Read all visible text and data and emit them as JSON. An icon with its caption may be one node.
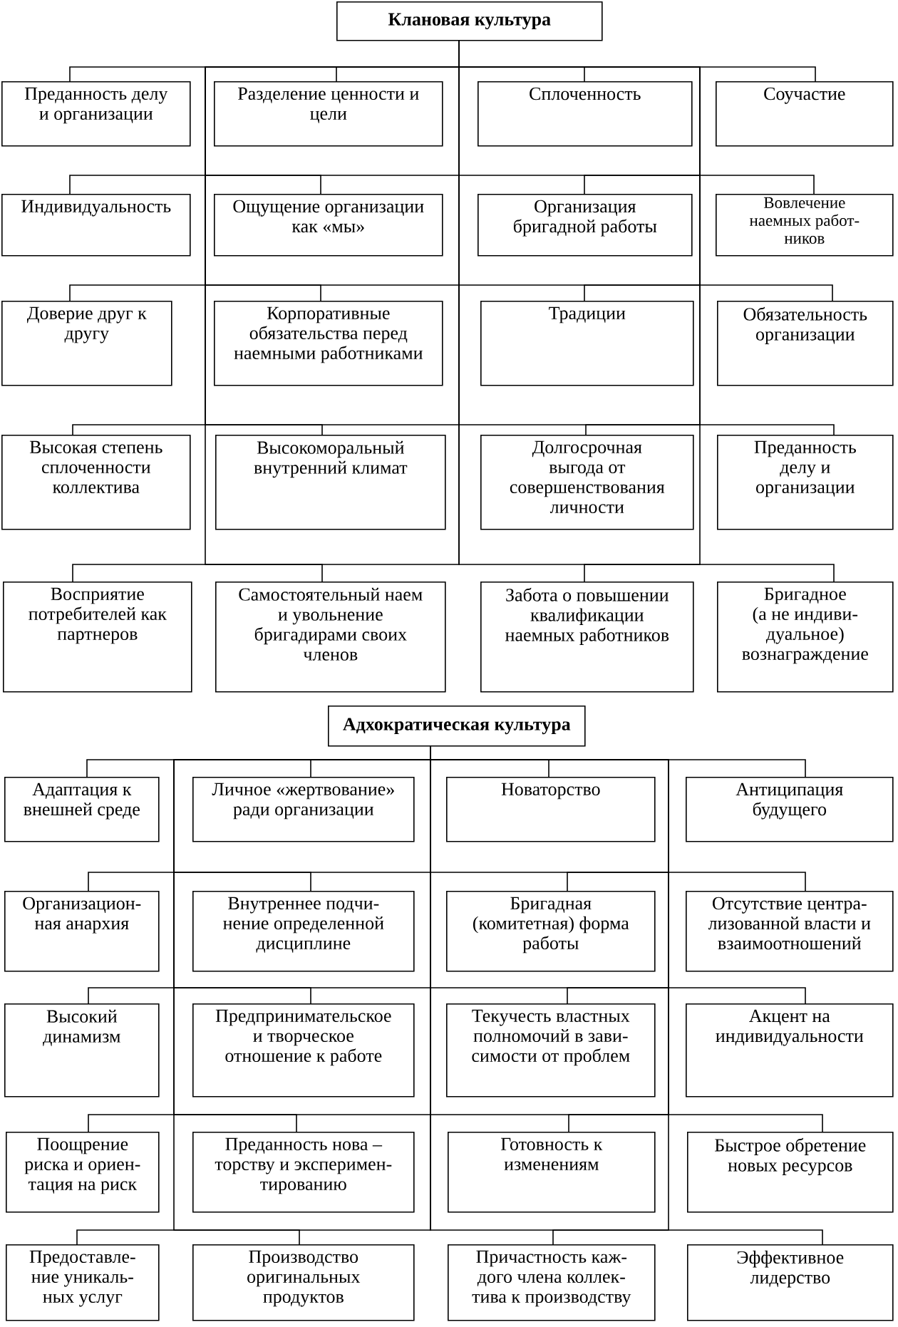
{
  "diagram": {
    "nodes": [
      {
        "text": [
          "Клановая культура"
        ]
      },
      {
        "text": [
          "Преданность делу и организации"
        ]
      },
      {
        "text": [
          "Разделение ценности и цели"
        ]
      },
      {
        "text": [
          "Сплоченность"
        ]
      },
      {
        "text": [
          "Соучастие"
        ]
      },
      {
        "text": [
          "Индивидуальность"
        ]
      },
      {
        "text": [
          "Ощущение организации как «мы»"
        ]
      },
      {
        "text": [
          "Организация бригадной работы"
        ]
      },
      {
        "text": [
          "Вовлечение наемных работ- ников"
        ]
      },
      {
        "text": [
          "Доверие друг к другу"
        ]
      },
      {
        "text": [
          "Корпоративные обязательства перед наемными работниками"
        ]
      },
      {
        "text": [
          "Традиции"
        ]
      },
      {
        "text": [
          "Обязательность организации"
        ]
      },
      {
        "text": [
          "Высокая степень сплоченности коллектива"
        ]
      },
      {
        "text": [
          "Высокоморальный внутренний климат"
        ]
      },
      {
        "text": [
          "Долгосрочная выгода от совершенствования личности"
        ]
      },
      {
        "text": [
          "Преданность делу и организации"
        ]
      },
      {
        "text": [
          "Восприятие потребителей как партнеров"
        ]
      },
      {
        "text": [
          "Самостоятельный наем и увольнение бригадирами своих членов"
        ]
      },
      {
        "text": [
          "Забота о повышении квалификации наемных работников"
        ]
      },
      {
        "text": [
          "Бригадное (а не индиви- дуальное) вознаграждение"
        ]
      },
      {
        "text": [
          "Адхократическая культура"
        ]
      },
      {
        "text": [
          "Адаптация к внешней среде"
        ]
      },
      {
        "text": [
          "Личное «жертвование» ради организации"
        ]
      },
      {
        "text": [
          "Новаторство"
        ]
      },
      {
        "text": [
          "Антиципация будущего"
        ]
      },
      {
        "text": [
          "Организацион- ная анархия"
        ]
      },
      {
        "text": [
          "Внутреннее подчи- нение определенной дисциплине"
        ]
      },
      {
        "text": [
          "Бригадная (комитетная) форма работы"
        ]
      },
      {
        "text": [
          "Отсутствие центра- лизованной власти и взаимоотношений"
        ]
      },
      {
        "text": [
          "Высокий динамизм"
        ]
      },
      {
        "text": [
          "Предпринимательское и творческое отношение к работе"
        ]
      },
      {
        "text": [
          "Текучесть властных полномочий в зави- симости от проблем"
        ]
      },
      {
        "text": [
          "Акцент на индивидуальности"
        ]
      },
      {
        "text": [
          "Поощрение риска и ориен- тация на риск"
        ]
      },
      {
        "text": [
          "Преданность нова – торству и эксперимен- тированию"
        ]
      },
      {
        "text": [
          "Готовность к изменениям"
        ]
      },
      {
        "text": [
          "Быстрое обретение новых ресурсов"
        ]
      },
      {
        "text": [
          "Предоставле- ние уникаль- ных услуг"
        ]
      },
      {
        "text": [
          "Производство оригинальных продуктов"
        ]
      },
      {
        "text": [
          "Причастность каж- дого члена коллек- тива к производству"
        ]
      },
      {
        "text": [
          "Эффективное лидерство"
        ]
      }
    ],
    "edges": [
      {
        "from": 0,
        "to": 1,
        "arrow": "none"
      },
      {
        "from": 0,
        "to": 2,
        "arrow": "none"
      },
      {
        "from": 0,
        "to": 3,
        "arrow": "none"
      },
      {
        "from": 0,
        "to": 4,
        "arrow": "none"
      },
      {
        "from": 0,
        "to": 5,
        "arrow": "none"
      },
      {
        "from": 0,
        "to": 6,
        "arrow": "none"
      },
      {
        "from": 0,
        "to": 7,
        "arrow": "none"
      },
      {
        "from": 0,
        "to": 8,
        "arrow": "none"
      },
      {
        "from": 0,
        "to": 9,
        "arrow": "none"
      },
      {
        "from": 0,
        "to": 10,
        "arrow": "none"
      },
      {
        "from": 0,
        "to": 11,
        "arrow": "none"
      },
      {
        "from": 0,
        "to": 12,
        "arrow": "none"
      },
      {
        "from": 0,
        "to": 13,
        "arrow": "none"
      },
      {
        "from": 0,
        "to": 14,
        "arrow": "none"
      },
      {
        "from": 0,
        "to": 15,
        "arrow": "none"
      },
      {
        "from": 0,
        "to": 16,
        "arrow": "none"
      },
      {
        "from": 0,
        "to": 17,
        "arrow": "none"
      },
      {
        "from": 0,
        "to": 18,
        "arrow": "none"
      },
      {
        "from": 0,
        "to": 19,
        "arrow": "none"
      },
      {
        "from": 0,
        "to": 20,
        "arrow": "none"
      },
      {
        "from": 21,
        "to": 22,
        "arrow": "none"
      },
      {
        "from": 21,
        "to": 23,
        "arrow": "none"
      },
      {
        "from": 21,
        "to": 24,
        "arrow": "none"
      },
      {
        "from": 21,
        "to": 25,
        "arrow": "none"
      },
      {
        "from": 21,
        "to": 26,
        "arrow": "none"
      },
      {
        "from": 21,
        "to": 27,
        "arrow": "none"
      },
      {
        "from": 21,
        "to": 28,
        "arrow": "none"
      },
      {
        "from": 21,
        "to": 29,
        "arrow": "none"
      },
      {
        "from": 21,
        "to": 30,
        "arrow": "none"
      },
      {
        "from": 21,
        "to": 31,
        "arrow": "none"
      },
      {
        "from": 21,
        "to": 32,
        "arrow": "none"
      },
      {
        "from": 21,
        "to": 33,
        "arrow": "none"
      },
      {
        "from": 21,
        "to": 34,
        "arrow": "none"
      },
      {
        "from": 21,
        "to": 35,
        "arrow": "none"
      },
      {
        "from": 21,
        "to": 36,
        "arrow": "none"
      },
      {
        "from": 21,
        "to": 37,
        "arrow": "none"
      },
      {
        "from": 21,
        "to": 38,
        "arrow": "none"
      },
      {
        "from": 21,
        "to": 39,
        "arrow": "none"
      },
      {
        "from": 21,
        "to": 40,
        "arrow": "none"
      },
      {
        "from": 21,
        "to": 41,
        "arrow": "none"
      }
    ]
  }
}
